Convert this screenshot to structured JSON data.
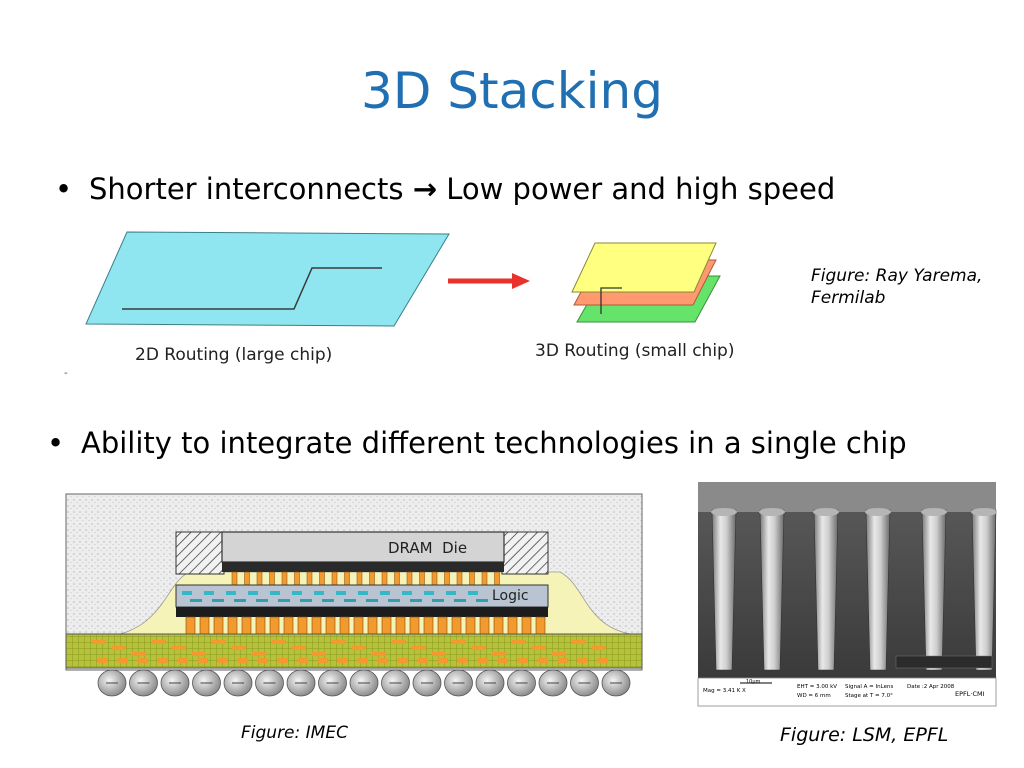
{
  "slide": {
    "title": "3D Stacking",
    "bullets": [
      {
        "text_before": "Shorter interconnects ",
        "arrow": "→",
        "text_after": " Low power and high speed"
      },
      {
        "text": "Ability to integrate different technologies in a single chip"
      }
    ]
  },
  "figure_routing": {
    "label_2d": "2D Routing (large chip)",
    "label_3d": "3D Routing (small chip)",
    "caption": [
      "Figure: Ray Yarema,",
      "Fermilab"
    ],
    "colors": {
      "plane": "#8FE6F0",
      "arrow": "#E8322B",
      "layer_top": "#FFFF80",
      "layer_mid": "#FF9A70",
      "layer_bottom": "#66E36A"
    }
  },
  "figure_stack": {
    "dram_label": "DRAM  Die",
    "logic_label": "Logic",
    "caption": "Figure: IMEC",
    "colors": {
      "mold": "#E6E6E6",
      "substrate": "#A8B830",
      "pillar": "#F29A2E",
      "logic": "#B8C4D2",
      "dram": "#D4D4D4"
    }
  },
  "figure_sem": {
    "scale_text": "10µm",
    "mag_text": "Mag = 3.41 K X",
    "eht_text": "EHT = 3.00 kV",
    "wd_text": "WD = 6 mm",
    "signal_text": "Signal A = InLens",
    "stage_text": "Stage at T = 7.0°",
    "date_text": "Date :2 Apr 2008",
    "lab_text": "EPFL·CMI",
    "caption": "Figure: LSM, EPFL"
  }
}
